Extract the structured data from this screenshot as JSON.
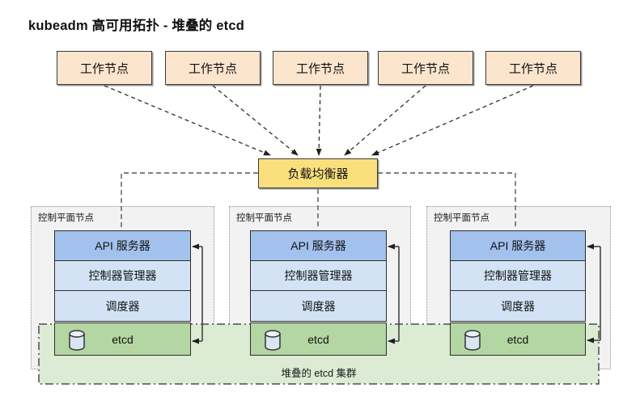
{
  "title": "kubeadm 高可用拓扑 - 堆叠的 etcd",
  "worker_nodes": [
    {
      "label": "工作节点"
    },
    {
      "label": "工作节点"
    },
    {
      "label": "工作节点"
    },
    {
      "label": "工作节点"
    },
    {
      "label": "工作节点"
    }
  ],
  "load_balancer": {
    "label": "负载均衡器"
  },
  "control_planes": [
    {
      "label": "控制平面节点",
      "components": {
        "api_server": "API 服务器",
        "controller_manager": "控制器管理器",
        "scheduler": "调度器",
        "etcd": "etcd"
      }
    },
    {
      "label": "控制平面节点",
      "components": {
        "api_server": "API 服务器",
        "controller_manager": "控制器管理器",
        "scheduler": "调度器",
        "etcd": "etcd"
      }
    },
    {
      "label": "控制平面节点",
      "components": {
        "api_server": "API 服务器",
        "controller_manager": "控制器管理器",
        "scheduler": "调度器",
        "etcd": "etcd"
      }
    }
  ],
  "etcd_cluster": {
    "label": "堆叠的 etcd 集群"
  },
  "icons": {
    "etcd_icon": "database-cylinder-icon"
  },
  "colors": {
    "worker_fill": "#FCE5CD",
    "load_balancer_fill": "#FADF7D",
    "api_server_fill": "#A2C1ED",
    "component_fill": "#D3E3F5",
    "etcd_fill": "#B4D6A2",
    "etcd_cluster_fill": "#DCEBD4",
    "control_plane_fill": "#F2F2F2",
    "connector": "#333333"
  }
}
